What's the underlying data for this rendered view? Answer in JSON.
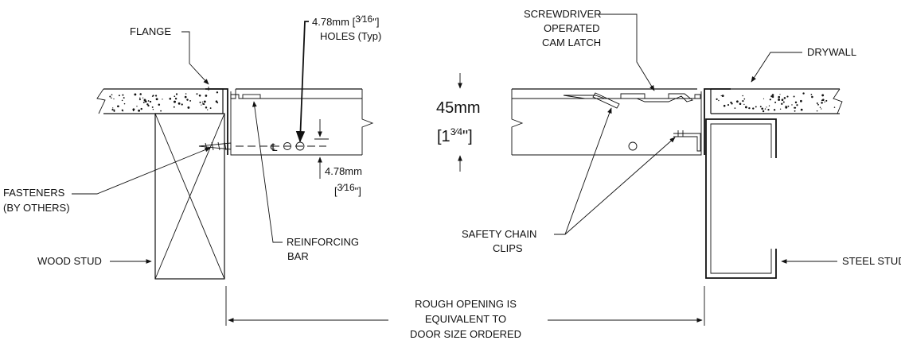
{
  "labels": {
    "flange": "FLANGE",
    "holes_size": "4.78mm [",
    "holes_frac": "3⁄16",
    "holes_close": "\"]",
    "holes_typ": "HOLES (Typ)",
    "screwdriver_1": "SCREWDRIVER",
    "screwdriver_2": "OPERATED",
    "screwdriver_3": "CAM LATCH",
    "drywall": "DRYWALL",
    "thickness_mm": "45mm",
    "thickness_in_open": "[1",
    "thickness_in_frac": "3⁄4",
    "thickness_in_close": "\"]",
    "offset_mm": "4.78mm",
    "offset_in_open": "[",
    "offset_in_frac": "3⁄16",
    "offset_in_close": "\"]",
    "centerline": "℄",
    "fasteners_1": "FASTENERS",
    "fasteners_2": "(BY OTHERS)",
    "reinforcing_1": "REINFORCING",
    "reinforcing_2": "BAR",
    "safety_1": "SAFETY CHAIN",
    "safety_2": "CLIPS",
    "wood_stud": "WOOD STUD",
    "steel_stud": "STEEL STUD",
    "rough_1": "ROUGH OPENING IS",
    "rough_2": "EQUIVALENT TO",
    "rough_3": "DOOR SIZE ORDERED"
  }
}
